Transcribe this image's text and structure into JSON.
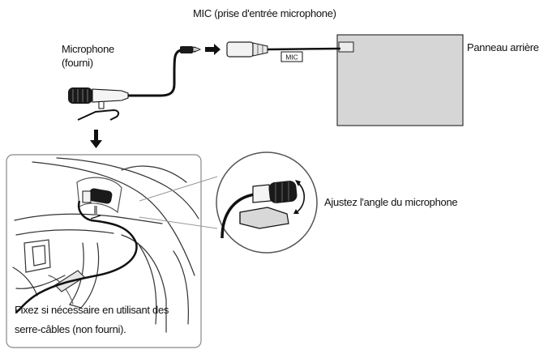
{
  "labels": {
    "mic_jack": "MIC (prise d'entrée microphone)",
    "microphone_line1": "Microphone",
    "microphone_line2": "(fourni)",
    "rear_panel": "Panneau arrière",
    "plug_tag": "MIC",
    "adjust_angle": "Ajustez l'angle du microphone",
    "fix_note_line1": "Fixez si nécessaire en utilisant des",
    "fix_note_line2": "serre-câbles (non fourni)."
  }
}
